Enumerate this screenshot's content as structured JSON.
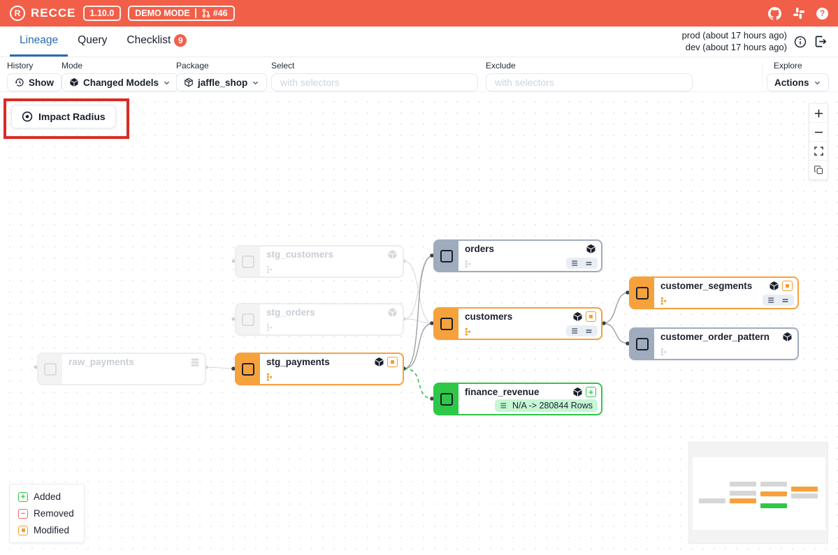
{
  "app": {
    "brand": "RECCE",
    "version": "1.10.0",
    "demo_mode_label": "DEMO MODE",
    "pr_number": "#46"
  },
  "header_icons": [
    "github-icon",
    "slack-icon",
    "help-icon"
  ],
  "tabs": {
    "lineage": "Lineage",
    "query": "Query",
    "checklist": "Checklist",
    "checklist_badge": "9"
  },
  "environment": {
    "prod_line": "prod (about 17 hours ago)",
    "dev_line": "dev (about 17 hours ago)"
  },
  "toolbar": {
    "history": {
      "label": "History",
      "button": "Show"
    },
    "mode": {
      "label": "Mode",
      "value": "Changed Models"
    },
    "package": {
      "label": "Package",
      "value": "jaffle_shop"
    },
    "select": {
      "label": "Select",
      "placeholder": "with selectors"
    },
    "exclude": {
      "label": "Exclude",
      "placeholder": "with selectors"
    },
    "explore": {
      "label": "Explore",
      "button": "Actions"
    }
  },
  "graph": {
    "impact_radius_label": "Impact Radius",
    "nodes": {
      "stg_customers": {
        "title": "stg_customers",
        "status": "unchanged-out-of-scope"
      },
      "stg_orders": {
        "title": "stg_orders",
        "status": "unchanged-out-of-scope"
      },
      "raw_payments": {
        "title": "raw_payments",
        "status": "unchanged-out-of-scope-source"
      },
      "stg_payments": {
        "title": "stg_payments",
        "status": "modified"
      },
      "orders": {
        "title": "orders",
        "status": "unchanged-downstream"
      },
      "customers": {
        "title": "customers",
        "status": "modified"
      },
      "finance_revenue": {
        "title": "finance_revenue",
        "status": "added",
        "row_count_badge": "N/A -> 280844 Rows"
      },
      "customer_segments": {
        "title": "customer_segments",
        "status": "modified"
      },
      "customer_order_pattern": {
        "title": "customer_order_pattern",
        "status": "unchanged-downstream"
      }
    },
    "legend": {
      "added": "Added",
      "removed": "Removed",
      "modified": "Modified"
    }
  },
  "colors": {
    "header_bg": "#F25F49",
    "accent_blue": "#2B6CB0",
    "modified_orange": "#F6A23C",
    "added_green": "#2EC748",
    "unchanged_slate": "#9FACBE",
    "annotation_red": "#D92B25",
    "checklist_badge_bg": "#F5604D"
  }
}
